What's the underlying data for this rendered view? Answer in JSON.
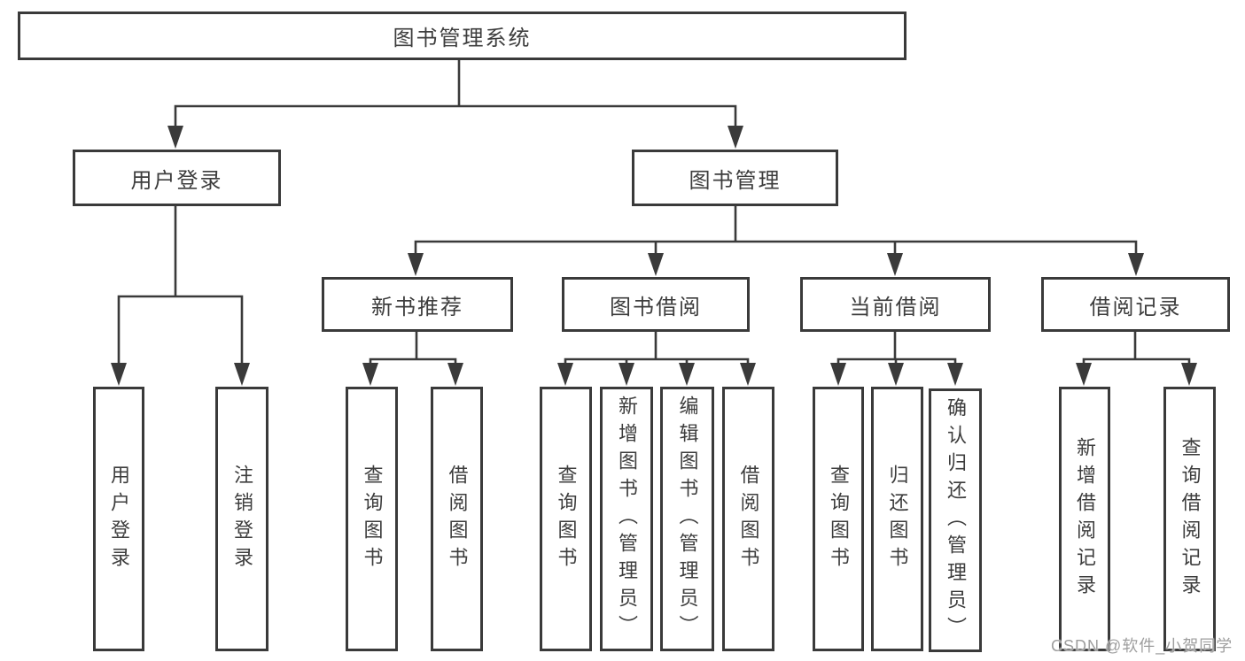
{
  "colors": {
    "line": "#3a3a3a",
    "text": "#3d3d3d",
    "background": "#ffffff",
    "watermark": "#9e9e9e"
  },
  "watermark": {
    "text": "CSDN @软件_小贺同学"
  },
  "tree": {
    "label": "图书管理系统",
    "children": [
      {
        "label": "用户登录",
        "children": [
          {
            "label": "用户登录"
          },
          {
            "label": "注销登录"
          }
        ]
      },
      {
        "label": "图书管理",
        "children": [
          {
            "label": "新书推荐",
            "children": [
              {
                "label": "查询图书"
              },
              {
                "label": "借阅图书"
              }
            ]
          },
          {
            "label": "图书借阅",
            "children": [
              {
                "label": "查询图书"
              },
              {
                "label": "新增图书（管理员）"
              },
              {
                "label": "编辑图书（管理员）"
              },
              {
                "label": "借阅图书"
              }
            ]
          },
          {
            "label": "当前借阅",
            "children": [
              {
                "label": "查询图书"
              },
              {
                "label": "归还图书"
              },
              {
                "label": "确认归还（管理员）"
              }
            ]
          },
          {
            "label": "借阅记录",
            "children": [
              {
                "label": "新增借阅记录"
              },
              {
                "label": "查询借阅记录"
              }
            ]
          }
        ]
      }
    ]
  }
}
